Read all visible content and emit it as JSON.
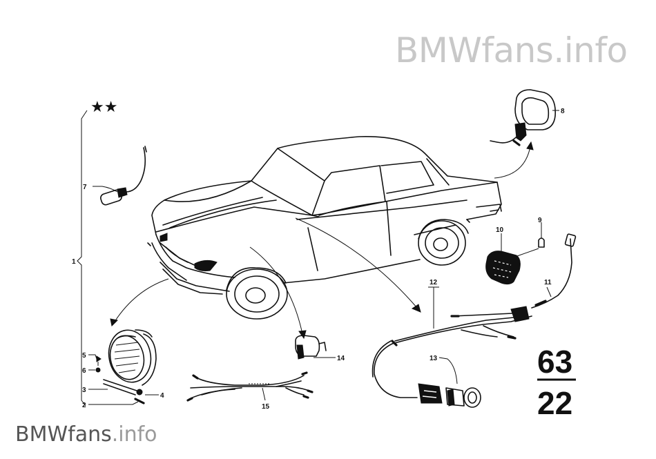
{
  "watermark": {
    "main": "BMWfans",
    "suffix": ".info"
  },
  "stars": "★★",
  "section_code": {
    "top": "63",
    "bottom": "22"
  },
  "callouts": {
    "c1": "1",
    "c2": "2",
    "c3": "3",
    "c4": "4",
    "c5": "5",
    "c6": "6",
    "c7": "7",
    "c8": "8",
    "c9": "9",
    "c10": "10",
    "c11": "11",
    "c12": "12",
    "c13": "13",
    "c14": "14",
    "c15": "15"
  }
}
